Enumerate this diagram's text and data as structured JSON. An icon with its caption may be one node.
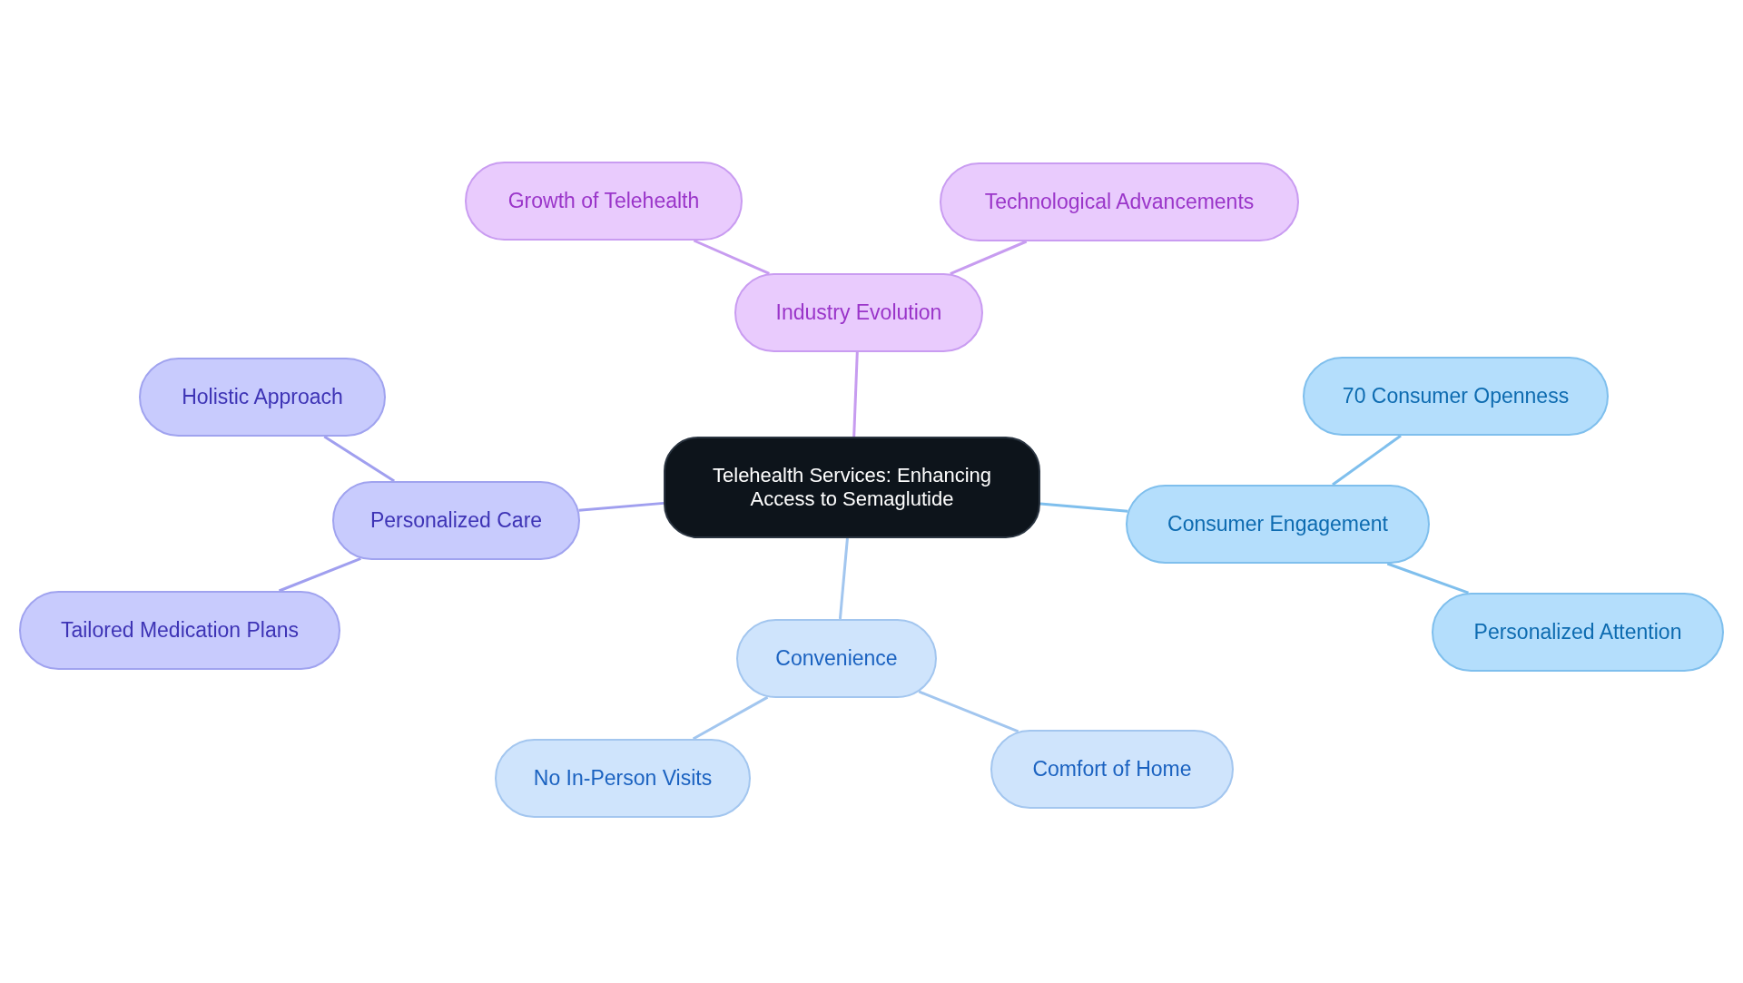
{
  "diagram": {
    "nodes": [
      {
        "text": [
          "Telehealth Services: Enhancing Access to Semaglutide"
        ]
      },
      {
        "text": [
          "Industry Evolution"
        ]
      },
      {
        "text": [
          "Growth of Telehealth"
        ]
      },
      {
        "text": [
          "Technological Advancements"
        ]
      },
      {
        "text": [
          "Personalized Care"
        ]
      },
      {
        "text": [
          "Holistic Approach"
        ]
      },
      {
        "text": [
          "Tailored Medication Plans"
        ]
      },
      {
        "text": [
          "Consumer Engagement"
        ]
      },
      {
        "text": [
          "70 Consumer Openness"
        ]
      },
      {
        "text": [
          "Personalized Attention"
        ]
      },
      {
        "text": [
          "Convenience"
        ]
      },
      {
        "text": [
          "No In-Person Visits"
        ]
      },
      {
        "text": [
          "Comfort of Home"
        ]
      }
    ],
    "edges": [
      {
        "from": 0,
        "to": 1,
        "arrow": "none",
        "color": "#c79cf0"
      },
      {
        "from": 1,
        "to": 2,
        "arrow": "none",
        "color": "#c79cf0"
      },
      {
        "from": 1,
        "to": 3,
        "arrow": "none",
        "color": "#c79cf0"
      },
      {
        "from": 0,
        "to": 4,
        "arrow": "none",
        "color": "#a09fef"
      },
      {
        "from": 4,
        "to": 5,
        "arrow": "none",
        "color": "#a09fef"
      },
      {
        "from": 4,
        "to": 6,
        "arrow": "none",
        "color": "#a09fef"
      },
      {
        "from": 0,
        "to": 7,
        "arrow": "none",
        "color": "#7fbfed"
      },
      {
        "from": 7,
        "to": 8,
        "arrow": "none",
        "color": "#7fbfed"
      },
      {
        "from": 7,
        "to": 9,
        "arrow": "none",
        "color": "#7fbfed"
      },
      {
        "from": 0,
        "to": 10,
        "arrow": "none",
        "color": "#a2c6ef"
      },
      {
        "from": 10,
        "to": 11,
        "arrow": "none",
        "color": "#a2c6ef"
      },
      {
        "from": 10,
        "to": 12,
        "arrow": "none",
        "color": "#a2c6ef"
      }
    ]
  }
}
